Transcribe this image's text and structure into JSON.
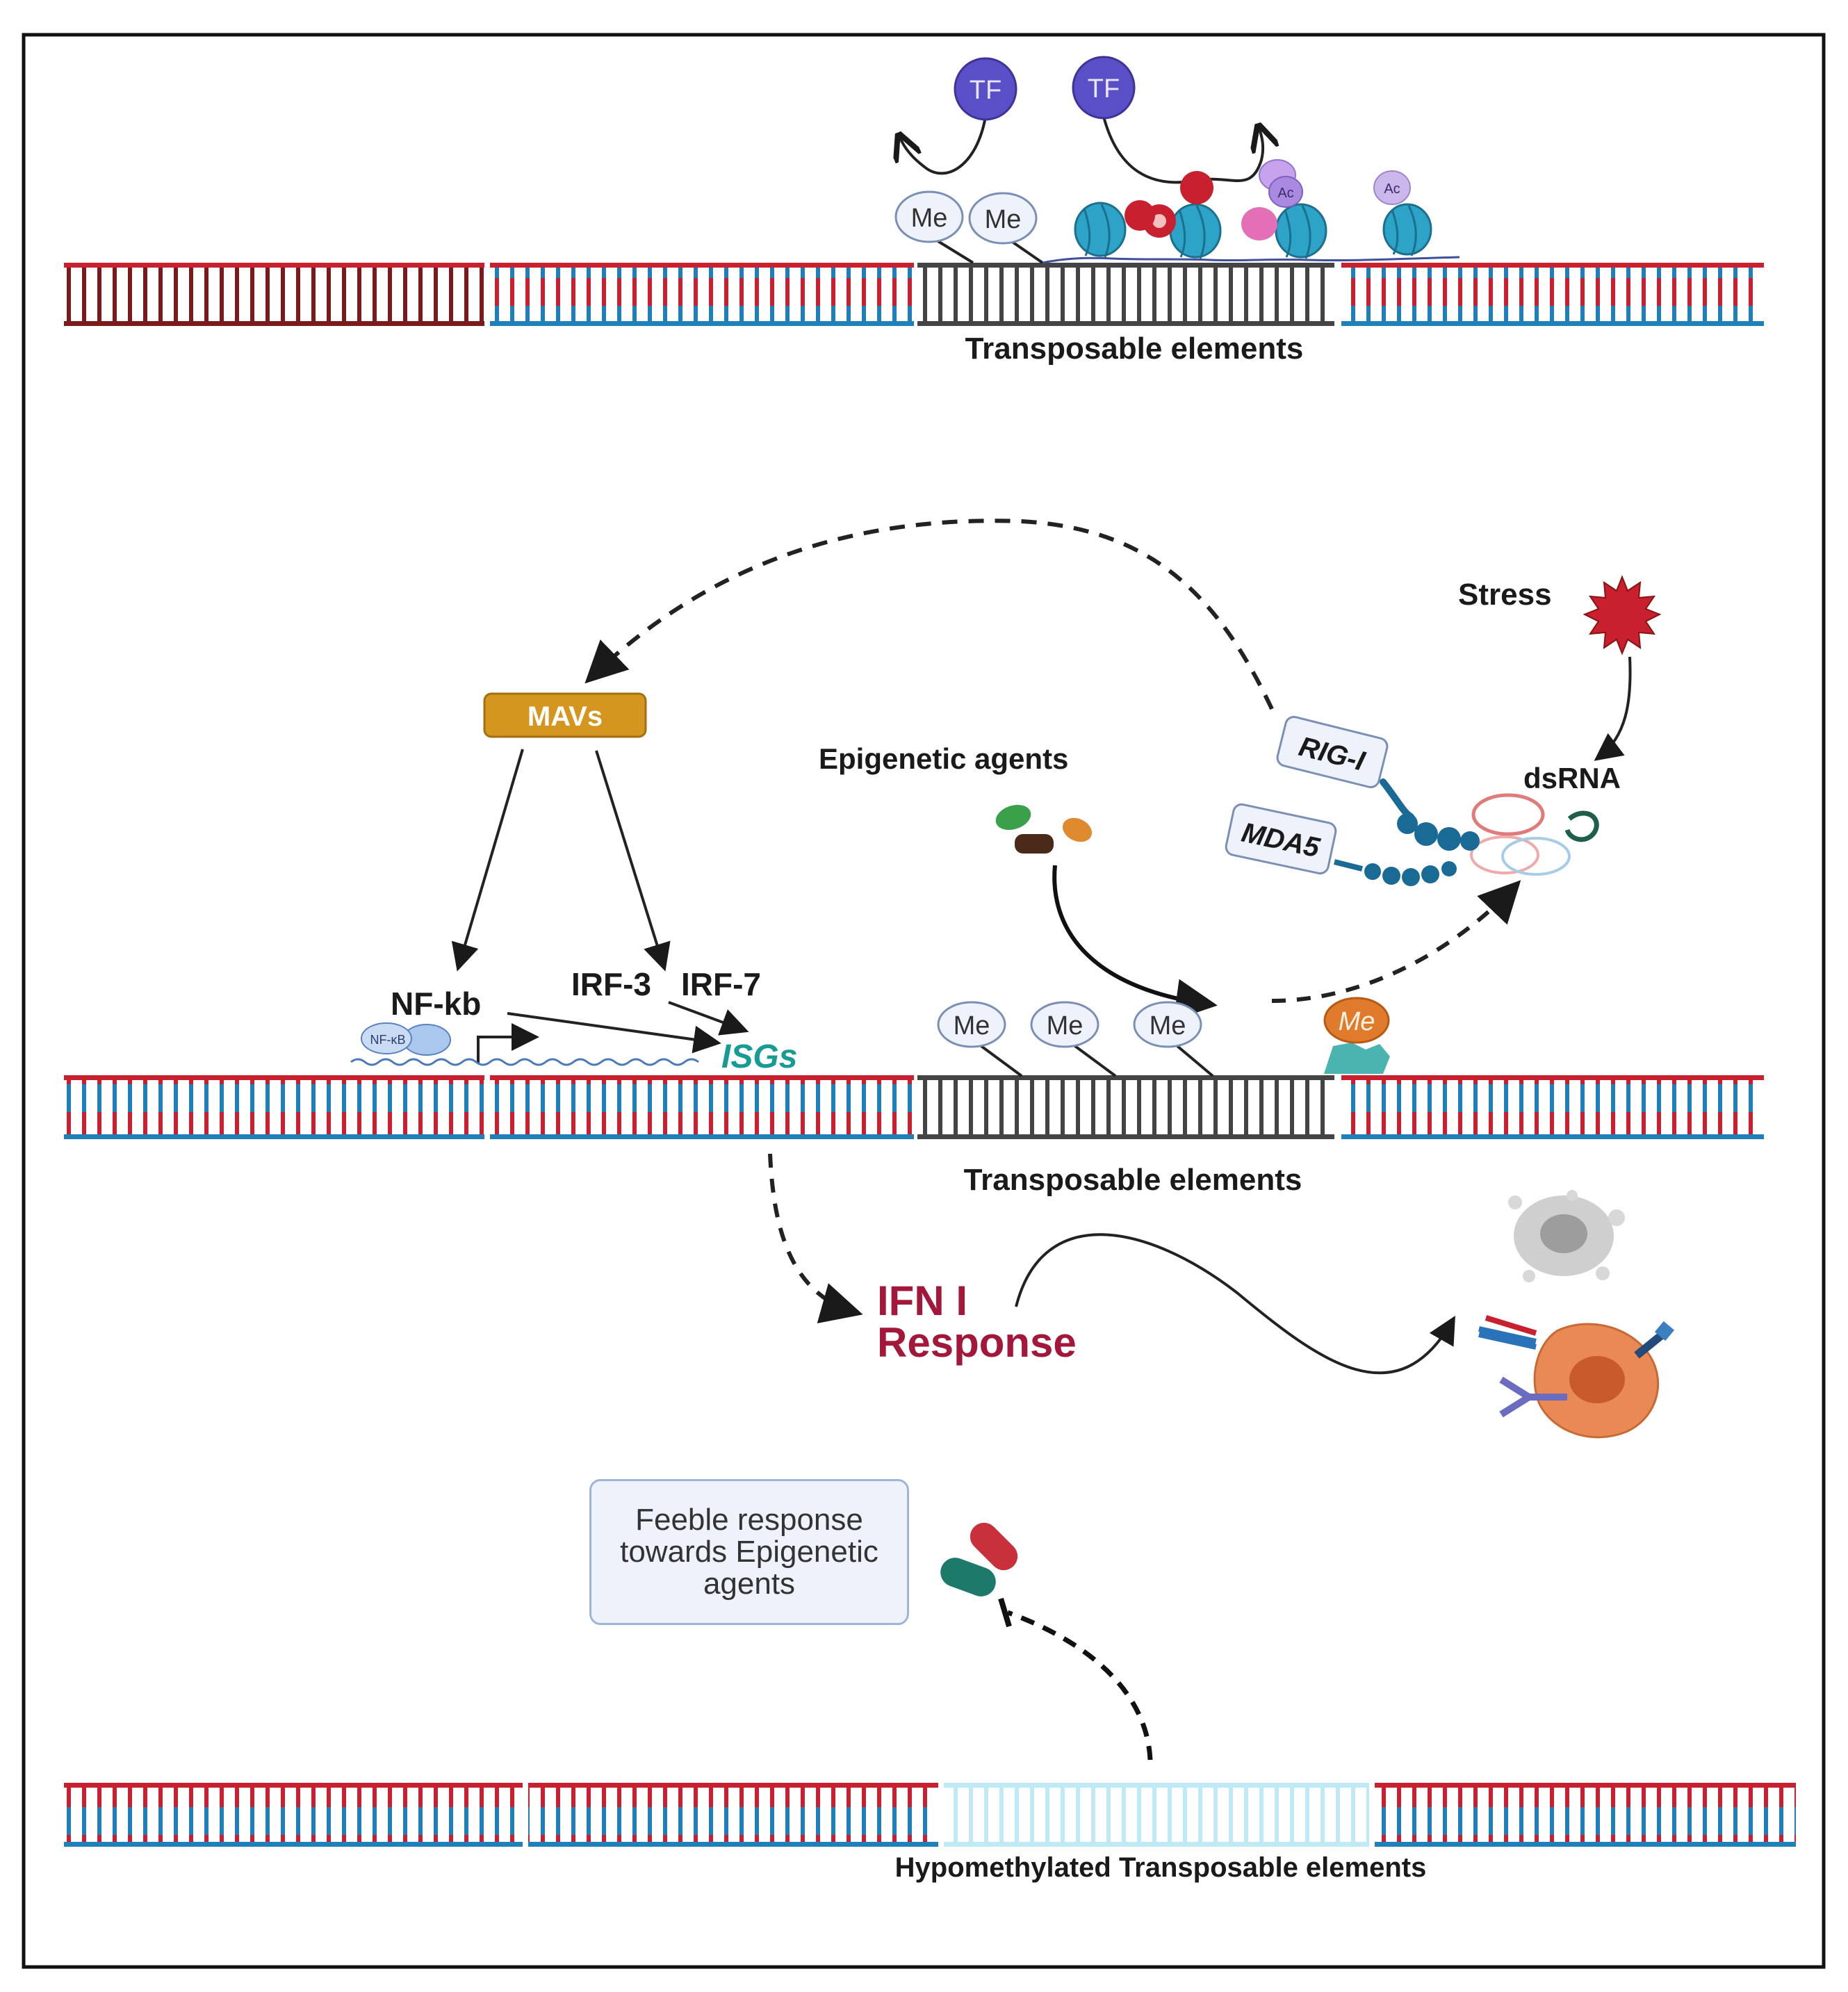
{
  "labels": {
    "te_top": "Transposable elements",
    "te_mid": "Transposable elements",
    "te_bottom": "Hypomethylated Transposable elements",
    "tf": "TF",
    "me": "Me",
    "mavs": "MAVs",
    "nfkb": "NF-kb",
    "nfkb_small": "NF-κB",
    "irf3": "IRF-3",
    "irf7": "IRF-7",
    "isgs": "ISGs",
    "epigenetic_agents": "Epigenetic agents",
    "stress": "Stress",
    "rig_i": "RIG-I",
    "mda5": "MDA5",
    "dsrna": "dsRNA",
    "ifn_line1": "IFN I",
    "ifn_line2": "Response",
    "ac": "Ac",
    "feeble_response": "Feeble  response towards Epigenetic agents"
  },
  "colors": {
    "dna_red": "#c8202f",
    "dna_blue": "#1f7fb8",
    "dna_dark_red": "#7a1a1a",
    "te_gray": "#444444",
    "tf_purple": "#5b4fc7",
    "mavs_gold": "#d4961e",
    "isgs_teal": "#179c93",
    "ifn_crimson": "#a3183a",
    "hypomethylated": "#bfe9f5"
  }
}
